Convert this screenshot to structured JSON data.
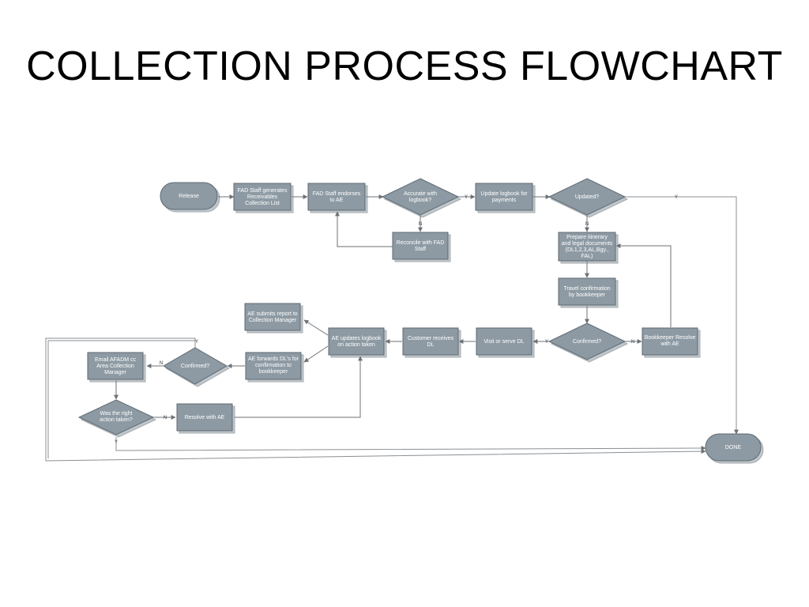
{
  "title": "COLLECTION PROCESS FLOWCHART",
  "colors": {
    "node_fill": "#8d9aa3",
    "node_stroke": "#5f6a72",
    "edge": "#8a8f94",
    "text": "#ffffff"
  },
  "nodes": {
    "release": [
      "Release"
    ],
    "fad_generates": [
      "FAD Staff generates",
      "Receivables",
      "Collection List"
    ],
    "fad_endorses": [
      "FAD Staff endorses",
      "to AE"
    ],
    "accurate": [
      "Accurate with",
      "logbook?"
    ],
    "update_logbook": [
      "Update logbook for",
      "payments"
    ],
    "updated": [
      "Updated?"
    ],
    "reconcile": [
      "Reconcile with FAD",
      "Staff"
    ],
    "prepare": [
      "Prepare itinerary",
      "and legal documents",
      "(DL1,2,3,AL,Bgy.,",
      "FAL)"
    ],
    "travel": [
      "Travel confirmation",
      "by bookkeeper"
    ],
    "confirmed1": [
      "Confirmed?"
    ],
    "bookkeeper_resolve": [
      "Bookkeeper Resolve",
      "with AE"
    ],
    "visit": [
      "Visit or serve DL"
    ],
    "customer_receives": [
      "Customer receives",
      "DL"
    ],
    "ae_updates": [
      "AE updates logbook",
      "on action taken"
    ],
    "ae_submits": [
      "AE submits report to",
      "Collection Manager"
    ],
    "ae_forwards": [
      "AE forwards DL's for",
      "confirmation to",
      "bookkeeper"
    ],
    "confirmed2": [
      "Confirmed?"
    ],
    "email": [
      "Email AFADM cc",
      "Area Collection",
      "Manager"
    ],
    "right_action": [
      "Was the right",
      "action taken?"
    ],
    "resolve_ae": [
      "Resolve with AE"
    ],
    "done": [
      "DONE"
    ]
  },
  "edge_labels": {
    "accurate_yes": "Y",
    "accurate_no": "N",
    "updated_yes": "Y",
    "updated_no": "N",
    "confirmed1_yes": "Y",
    "confirmed1_no": "N",
    "confirmed2_yes": "Y",
    "confirmed2_no": "N",
    "right_action_yes": "Y",
    "right_action_no": "N"
  }
}
